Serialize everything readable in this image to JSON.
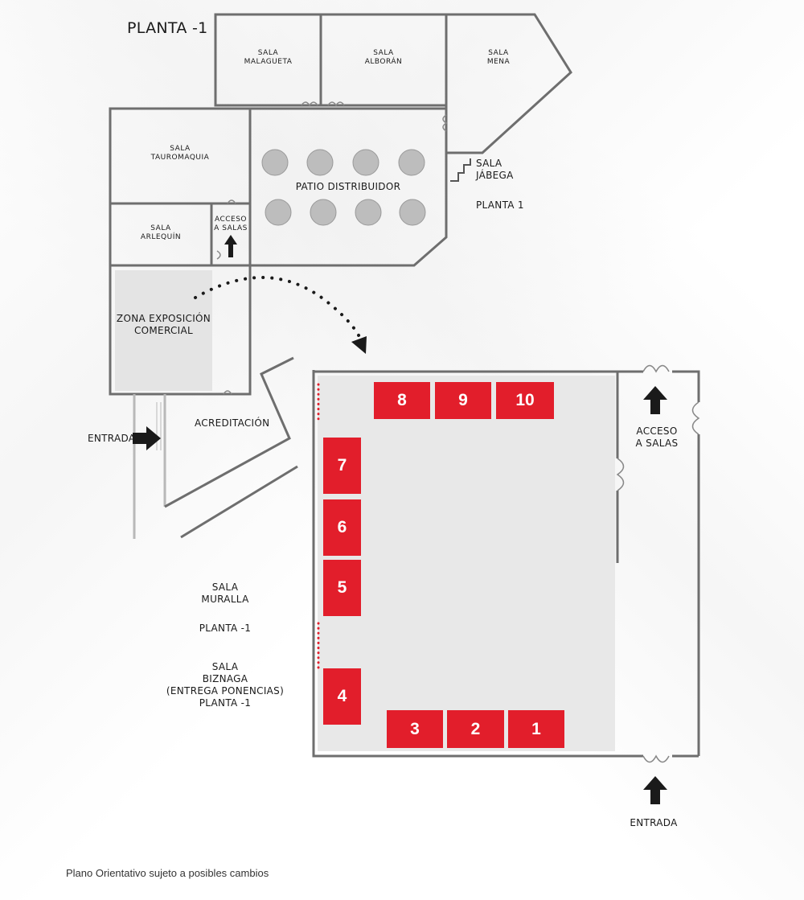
{
  "map": {
    "floor_title": "PLANTA -1",
    "rooms": {
      "malagueta": "SALA\nMALAGUETA",
      "alboran": "SALA\nALBORÁN",
      "mena": "SALA\nMENA",
      "tauromaquia": "SALA\nTAUROMAQUIA",
      "arlequin": "SALA\nARLEQUÍN",
      "jabega": "SALA\nJÁBEGA",
      "jabega_floor": "PLANTA 1",
      "patio": "PATIO DISTRIBUIDOR",
      "acceso_small": "ACCESO\nA SALAS",
      "zona": "ZONA EXPOSICIÓN\nCOMERCIAL",
      "acreditacion": "ACREDITACIÓN",
      "entrada_left": "ENTRADA",
      "muralla": "SALA\nMURALLA",
      "muralla_floor": "PLANTA -1",
      "biznaga": "SALA\nBIZNAGA\n(ENTREGA PONENCIAS)\nPLANTA -1",
      "acceso_big": "ACCESO\nA SALAS",
      "entrada_bottom": "ENTRADA"
    },
    "stands": [
      "8",
      "9",
      "10",
      "7",
      "6",
      "5",
      "4",
      "3",
      "2",
      "1"
    ],
    "colors": {
      "wall": "#6e6e6e",
      "stand": "#e21e2b",
      "floor": "#e8e8e8",
      "arrow": "#1a1a1a"
    },
    "icons": [
      "plant-icon",
      "arrow-up-icon",
      "arrow-right-icon",
      "door-icon",
      "stairs-icon"
    ]
  },
  "disclaimer": "Plano Orientativo sujeto a posibles cambios"
}
